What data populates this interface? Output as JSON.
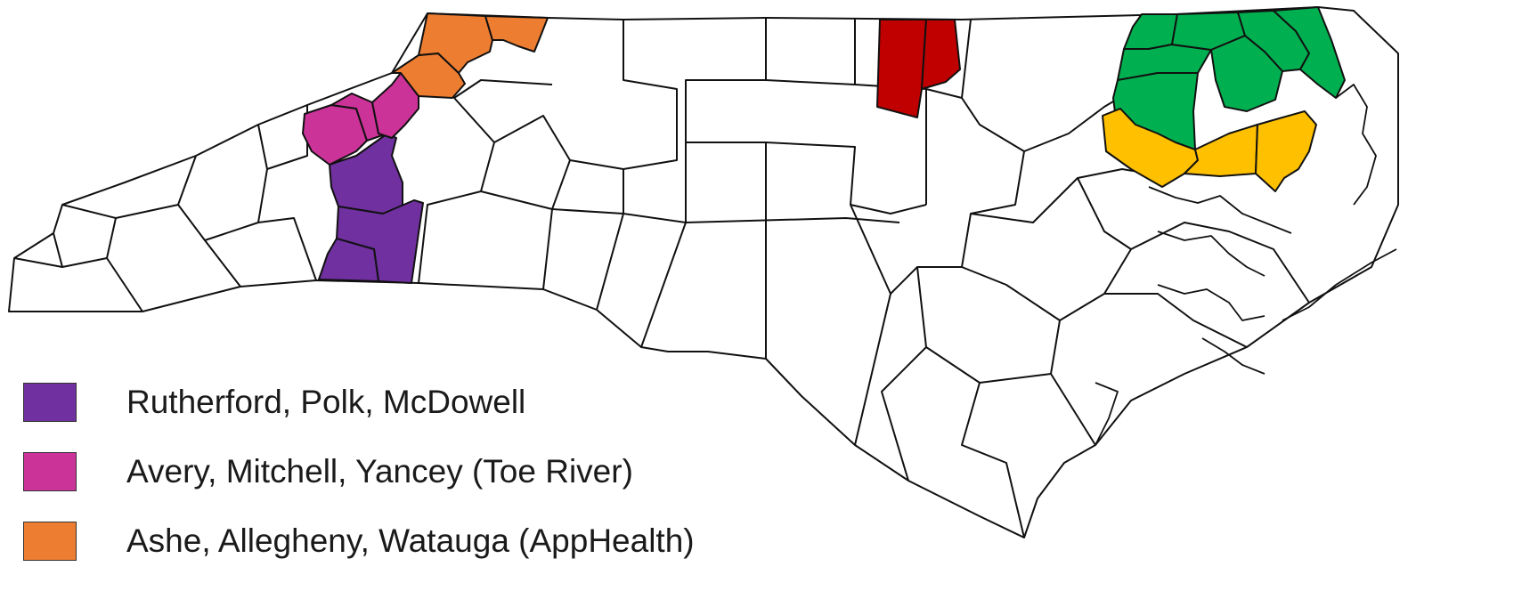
{
  "colors": {
    "rutherford_polk_mcdowell": "#7030A0",
    "avery_mitchell_yancey": "#CC3399",
    "ashe_allegheny_watauga": "#ED7D31",
    "red_region": "#C00000",
    "green_region": "#00B050",
    "yellow_region": "#FFC000",
    "uncovered": "#FFFFFF",
    "border": "#111111"
  },
  "legend": [
    {
      "label": "Rutherford, Polk, McDowell",
      "color": "#7030A0"
    },
    {
      "label": "Avery, Mitchell, Yancey (Toe River)",
      "color": "#CC3399"
    },
    {
      "label": "Ashe, Allegheny, Watauga (AppHealth)",
      "color": "#ED7D31"
    }
  ]
}
